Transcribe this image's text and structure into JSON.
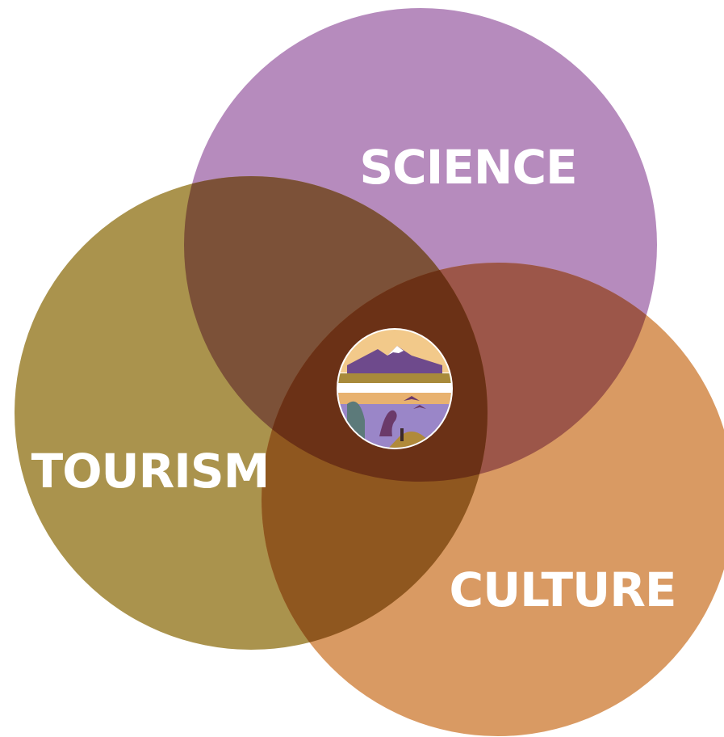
{
  "diagram": {
    "type": "venn",
    "sets": [
      {
        "id": "science",
        "label": "SCIENCE",
        "color": "#b68bbd"
      },
      {
        "id": "tourism",
        "label": "TOURISM",
        "color": "#aa934d"
      },
      {
        "id": "culture",
        "label": "CULTURE",
        "color": "#d99a63"
      }
    ],
    "overlap_colors": {
      "science_tourism": "#7c5138",
      "science_culture": "#9c5649",
      "tourism_culture": "#8f571f",
      "center": "#6b3116"
    },
    "center_logo": {
      "icon": "museum-emblem-icon",
      "colors": {
        "sky": "#f2c98a",
        "mountain": "#6e4a8c",
        "ground": "#a88a3a",
        "water": "#9a86c8"
      }
    }
  }
}
